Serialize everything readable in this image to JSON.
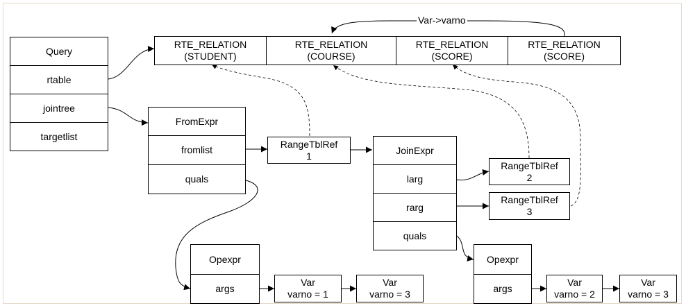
{
  "query": {
    "header": "Query",
    "fields": [
      "rtable",
      "jointree",
      "targetlist"
    ]
  },
  "rtable": [
    {
      "title": "RTE_RELATION",
      "rel": "(STUDENT)"
    },
    {
      "title": "RTE_RELATION",
      "rel": "(COURSE)"
    },
    {
      "title": "RTE_RELATION",
      "rel": "(SCORE)"
    },
    {
      "title": "RTE_RELATION",
      "rel": "(SCORE)"
    }
  ],
  "fromexpr": {
    "header": "FromExpr",
    "fields": [
      "fromlist",
      "quals"
    ]
  },
  "rangetblref": [
    {
      "name": "RangeTblRef",
      "index": "1"
    },
    {
      "name": "RangeTblRef",
      "index": "2"
    },
    {
      "name": "RangeTblRef",
      "index": "3"
    }
  ],
  "joinexpr": {
    "header": "JoinExpr",
    "fields": [
      "larg",
      "rarg",
      "quals"
    ]
  },
  "opexpr": [
    {
      "header": "Opexpr",
      "field": "args"
    },
    {
      "header": "Opexpr",
      "field": "args"
    }
  ],
  "vars": [
    {
      "name": "Var",
      "value": "varno = 1"
    },
    {
      "name": "Var",
      "value": "varno = 3"
    },
    {
      "name": "Var",
      "value": "varno = 2"
    },
    {
      "name": "Var",
      "value": "varno = 3"
    }
  ],
  "annotation": "Var->varno"
}
